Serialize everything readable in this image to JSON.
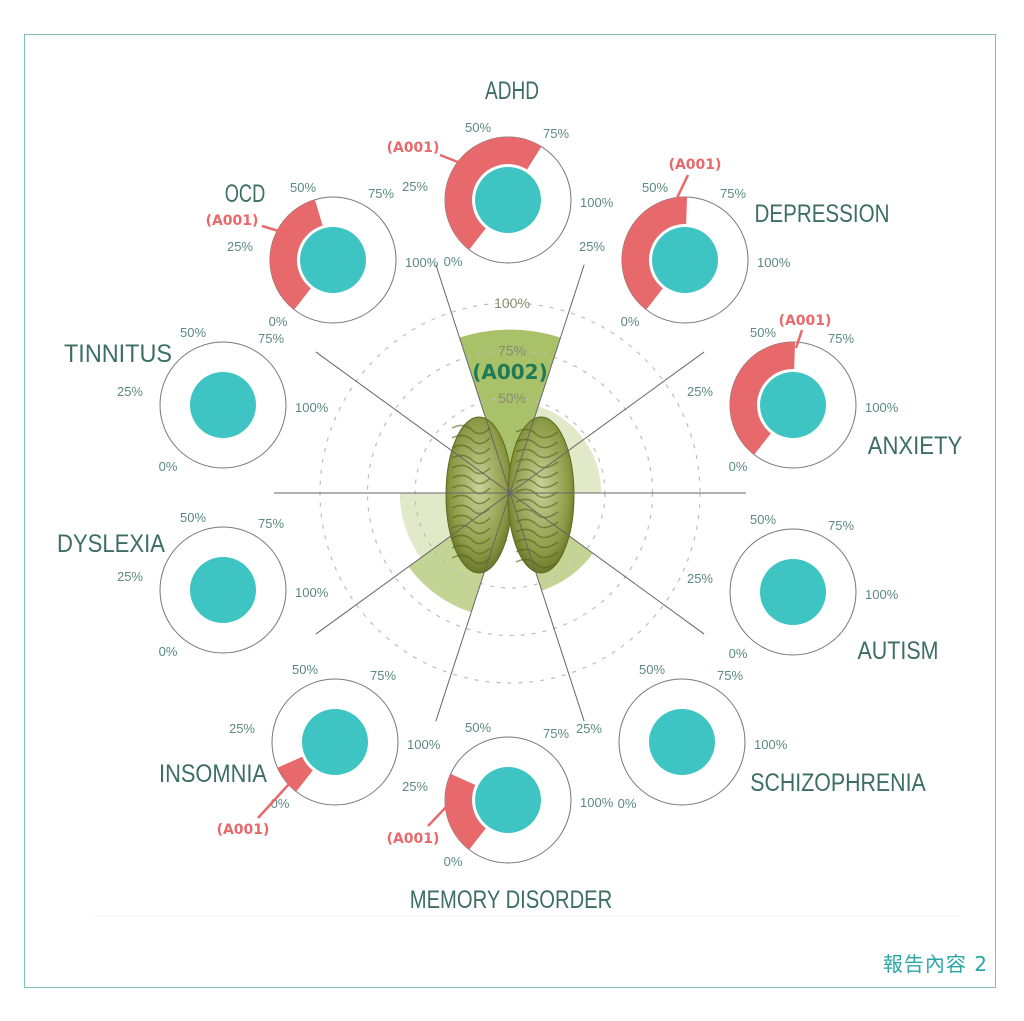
{
  "footer": "報告內容 2",
  "colors": {
    "red": "#e8696b",
    "teal": "#3fc4c4",
    "green_dark": "#a9c26a",
    "green_mid": "#c3d494",
    "green_light": "#e2e9c8",
    "text": "#3d6e63"
  },
  "chart_data": {
    "type": "radial-gauges",
    "tick_labels": [
      "0%",
      "25%",
      "50%",
      "75%",
      "100%"
    ],
    "series_a001_label": "(A001)",
    "series_a002_label": "(A002)",
    "center_radial": {
      "ring_labels": [
        "50%",
        "75%",
        "100%"
      ],
      "values": [
        {
          "category": "ADHD",
          "value": 0.86,
          "shade": "dark"
        },
        {
          "category": "DEPRESSION",
          "value": 0.48,
          "shade": "light"
        },
        {
          "category": "ANXIETY",
          "value": 0.48,
          "shade": "light"
        },
        {
          "category": "AUTISM",
          "value": 0,
          "shade": "light"
        },
        {
          "category": "SCHIZOPHRENIA",
          "value": 0.54,
          "shade": "mid"
        },
        {
          "category": "MEMORY DISORDER",
          "value": 0,
          "shade": "light"
        },
        {
          "category": "INSOMNIA",
          "value": 0.66,
          "shade": "mid"
        },
        {
          "category": "DYSLEXIA",
          "value": 0.58,
          "shade": "light"
        },
        {
          "category": "TINNITUS",
          "value": 0,
          "shade": "light"
        },
        {
          "category": "OCD",
          "value": 0,
          "shade": "light"
        }
      ]
    },
    "gauges": [
      {
        "category": "ADHD",
        "a001": 0.75,
        "labeled": true
      },
      {
        "category": "DEPRESSION",
        "a001": 0.62,
        "labeled": true
      },
      {
        "category": "ANXIETY",
        "a001": 0.62,
        "labeled": true
      },
      {
        "category": "AUTISM",
        "a001": 0,
        "labeled": false
      },
      {
        "category": "SCHIZOPHRENIA",
        "a001": 0,
        "labeled": false
      },
      {
        "category": "MEMORY DISORDER",
        "a001": 0.33,
        "labeled": true
      },
      {
        "category": "INSOMNIA",
        "a001": 0.12,
        "labeled": true
      },
      {
        "category": "DYSLEXIA",
        "a001": 0,
        "labeled": false
      },
      {
        "category": "TINNITUS",
        "a001": 0,
        "labeled": false
      },
      {
        "category": "OCD",
        "a001": 0.54,
        "labeled": true
      }
    ]
  }
}
